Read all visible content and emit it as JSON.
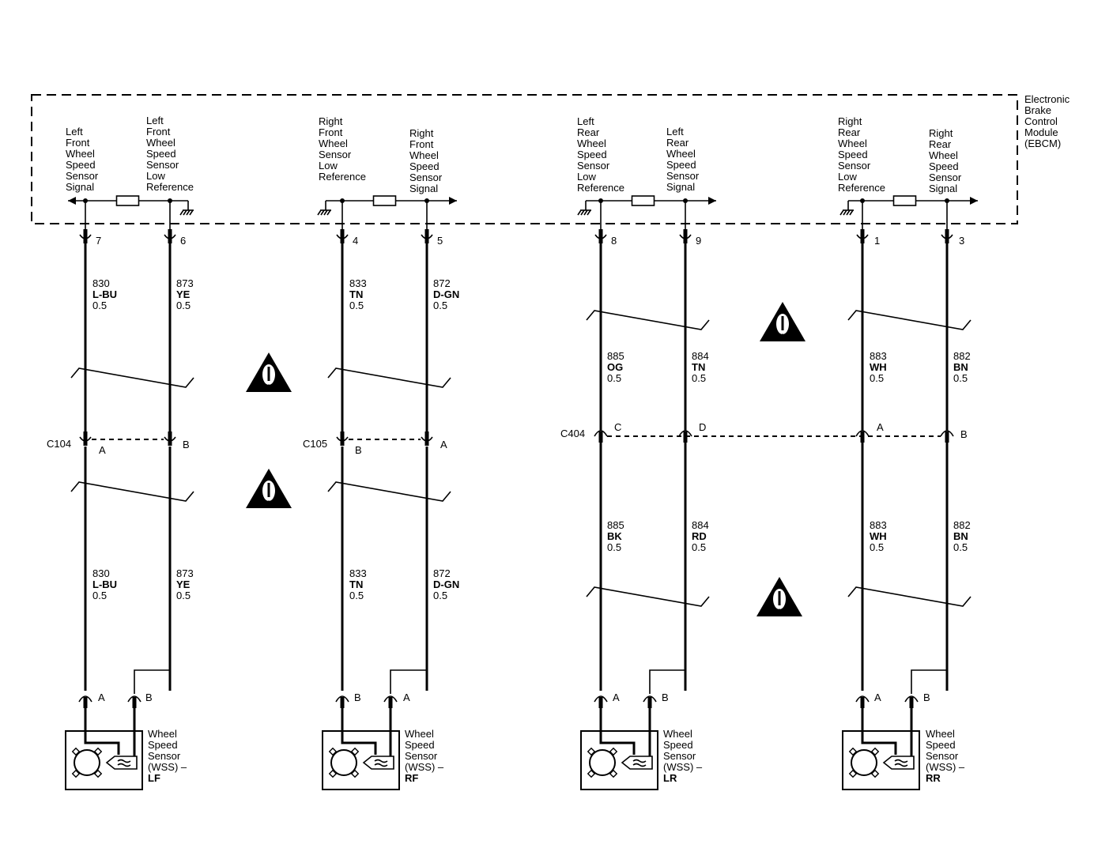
{
  "module": {
    "label_lines": [
      "Electronic",
      "Brake",
      "Control",
      "Module",
      "(EBCM)"
    ]
  },
  "signal_labels": {
    "lf_signal": [
      "Left",
      "Front",
      "Wheel",
      "Speed",
      "Sensor",
      "Signal"
    ],
    "lf_low_ref": [
      "Left",
      "Front",
      "Wheel",
      "Speed",
      "Sensor",
      "Low",
      "Reference"
    ],
    "rf_low_ref": [
      "Right",
      "Front",
      "Wheel",
      "Sensor",
      "Low",
      "Reference"
    ],
    "rf_signal": [
      "Right",
      "Front",
      "Wheel",
      "Speed",
      "Sensor",
      "Signal"
    ],
    "lr_low_ref": [
      "Left",
      "Rear",
      "Wheel",
      "Speed",
      "Sensor",
      "Low",
      "Reference"
    ],
    "lr_signal": [
      "Left",
      "Rear",
      "Wheel",
      "Speed",
      "Sensor",
      "Signal"
    ],
    "rr_low_ref": [
      "Right",
      "Rear",
      "Wheel",
      "Speed",
      "Sensor",
      "Low",
      "Reference"
    ],
    "rr_signal": [
      "Right",
      "Rear",
      "Wheel",
      "Speed",
      "Sensor",
      "Signal"
    ]
  },
  "ebcm_pins": {
    "lf_signal": "7",
    "lf_low_ref": "6",
    "rf_low_ref": "4",
    "rf_signal": "5",
    "lr_low_ref": "8",
    "lr_signal": "9",
    "rr_low_ref": "1",
    "rr_signal": "3"
  },
  "wires": {
    "w1_upper": [
      "830",
      "L-BU",
      "0.5"
    ],
    "w2_upper": [
      "873",
      "YE",
      "0.5"
    ],
    "w3_upper": [
      "833",
      "TN",
      "0.5"
    ],
    "w4_upper": [
      "872",
      "D-GN",
      "0.5"
    ],
    "w5_upper": [
      "885",
      "OG",
      "0.5"
    ],
    "w6_upper": [
      "884",
      "TN",
      "0.5"
    ],
    "w7_upper": [
      "883",
      "WH",
      "0.5"
    ],
    "w8_upper": [
      "882",
      "BN",
      "0.5"
    ],
    "w1_lower": [
      "830",
      "L-BU",
      "0.5"
    ],
    "w2_lower": [
      "873",
      "YE",
      "0.5"
    ],
    "w3_lower": [
      "833",
      "TN",
      "0.5"
    ],
    "w4_lower": [
      "872",
      "D-GN",
      "0.5"
    ],
    "w5_lower": [
      "885",
      "BK",
      "0.5"
    ],
    "w6_lower": [
      "884",
      "RD",
      "0.5"
    ],
    "w7_lower": [
      "883",
      "WH",
      "0.5"
    ],
    "w8_lower": [
      "882",
      "BN",
      "0.5"
    ]
  },
  "connectors": {
    "c104": {
      "name": "C104",
      "pins": [
        "A",
        "B"
      ]
    },
    "c105": {
      "name": "C105",
      "pins": [
        "B",
        "A"
      ]
    },
    "c404": {
      "name": "C404",
      "pins": [
        "C",
        "D",
        "A",
        "B"
      ]
    }
  },
  "sensor_pins": {
    "lf": [
      "A",
      "B"
    ],
    "rf": [
      "B",
      "A"
    ],
    "lr": [
      "A",
      "B"
    ],
    "rr": [
      "A",
      "B"
    ]
  },
  "sensors": {
    "lf": [
      "Wheel",
      "Speed",
      "Sensor",
      "(WSS) –",
      "LF"
    ],
    "rf": [
      "Wheel",
      "Speed",
      "Sensor",
      "(WSS) –",
      "RF"
    ],
    "lr": [
      "Wheel",
      "Speed",
      "Sensor",
      "(WSS) –",
      "LR"
    ],
    "rr": [
      "Wheel",
      "Speed",
      "Sensor",
      "(WSS) –",
      "RR"
    ]
  },
  "icons": {
    "caution": "warning-triangle-icon",
    "ground": "ground-symbol-icon",
    "resistor": "resistor-icon",
    "arrow": "signal-arrow-icon"
  }
}
